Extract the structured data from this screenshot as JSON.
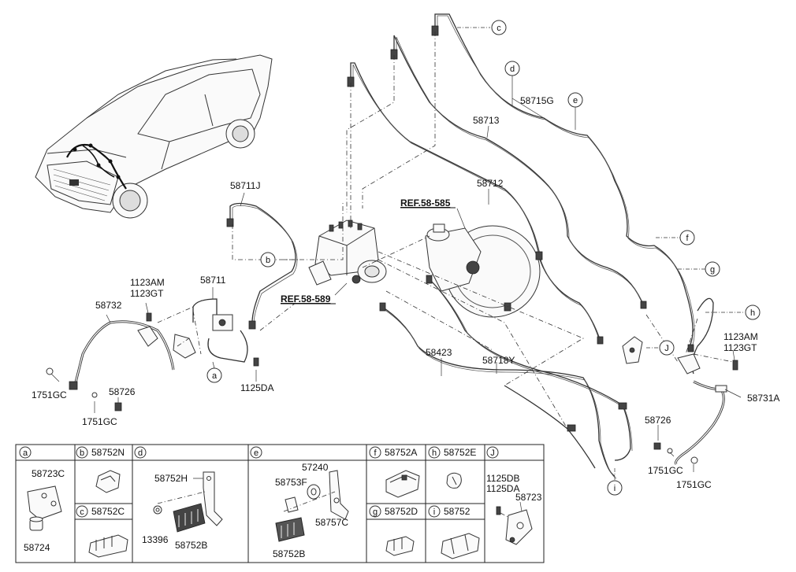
{
  "main_labels": {
    "p58711J": "58711J",
    "p58711": "58711",
    "p58732": "58732",
    "p1123AM_left": "1123AM",
    "p1123GT_left": "1123GT",
    "p1751GC_a": "1751GC",
    "p58726_left": "58726",
    "p1751GC_b": "1751GC",
    "p1125DA": "1125DA",
    "p58715G": "58715G",
    "p58713": "58713",
    "p58712": "58712",
    "ref585": "REF.58-585",
    "ref589": "REF.58-589",
    "p58423": "58423",
    "p58718Y": "58718Y",
    "p1123AM_right": "1123AM",
    "p1123GT_right": "1123GT",
    "p58731A": "58731A",
    "p58726_right": "58726",
    "p1751GC_c": "1751GC",
    "p1751GC_d": "1751GC"
  },
  "callouts": {
    "a": "a",
    "b": "b",
    "c": "c",
    "d": "d",
    "e": "e",
    "f": "f",
    "g": "g",
    "h": "h",
    "i": "i",
    "J": "J"
  },
  "legend": {
    "a": {
      "letter": "a",
      "parts": [
        "58723C",
        "58724"
      ]
    },
    "b": {
      "letter": "b",
      "code": "58752N"
    },
    "c": {
      "letter": "c",
      "code": "58752C"
    },
    "d": {
      "letter": "d",
      "parts": [
        "58752H",
        "13396",
        "58752B"
      ]
    },
    "e": {
      "letter": "e",
      "parts": [
        "57240",
        "58753F",
        "58757C",
        "58752B"
      ]
    },
    "f": {
      "letter": "f",
      "code": "58752A"
    },
    "g": {
      "letter": "g",
      "code": "58752D"
    },
    "h": {
      "letter": "h",
      "code": "58752E"
    },
    "i": {
      "letter": "i",
      "code": "58752"
    },
    "J": {
      "letter": "J",
      "parts": [
        "1125DB",
        "1125DA",
        "58723"
      ]
    }
  }
}
